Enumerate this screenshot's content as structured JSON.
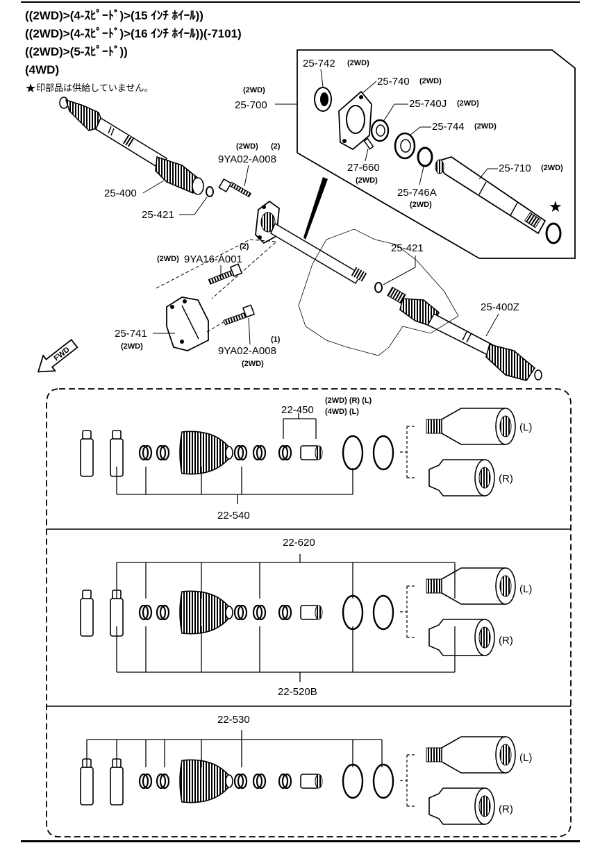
{
  "header": {
    "lines": [
      "((2WD)>(4-ｽﾋﾟｰﾄﾞ)>(15 ｲﾝﾁ ﾎｲｰﾙ))",
      "((2WD)>(4-ｽﾋﾟｰﾄﾞ)>(16 ｲﾝﾁ ﾎｲｰﾙ))(-7101)",
      "((2WD)>(5-ｽﾋﾟｰﾄﾞ))",
      "(4WD)"
    ],
    "note": "印部品は供給していません。"
  },
  "upper": {
    "labels": {
      "p25_742": "25-742",
      "p25_742_q": "(2WD)",
      "p25_740": "25-740",
      "p25_740_q": "(2WD)",
      "p25_740j": "25-740J",
      "p25_740j_q": "(2WD)",
      "p25_744": "25-744",
      "p25_744_q": "(2WD)",
      "p25_700": "25-700",
      "p25_700_q": "(2WD)",
      "p27_660": "27-660",
      "p27_660_q": "(2WD)",
      "p25_746a": "25-746A",
      "p25_746a_q": "(2WD)",
      "p25_710": "25-710",
      "p25_710_q": "(2WD)",
      "p9ya02_top": "9YA02-A008",
      "p9ya02_top_q": "(2WD)",
      "p9ya02_top_n": "(2)",
      "p25_400": "25-400",
      "p25_421_left": "25-421",
      "p9ya16": "9YA16-A001",
      "p9ya16_q": "(2WD)",
      "p9ya16_n": "(2)",
      "p25_421_right": "25-421",
      "p25_400z": "25-400Z",
      "p25_741": "25-741",
      "p25_741_q": "(2WD)",
      "p9ya02_bot": "9YA02-A008",
      "p9ya02_bot_q": "(2WD)",
      "p9ya02_bot_n": "(1)",
      "fwd": "FWD"
    }
  },
  "kits": [
    {
      "labels": {
        "top": "22-450",
        "top_q1": "(2WD) (R) (L)",
        "top_q2": "(4WD) (L)",
        "bottom": "22-540"
      },
      "side": {
        "l": "(L)",
        "r": "(R)"
      }
    },
    {
      "labels": {
        "top": "22-620",
        "bottom": "22-520B"
      },
      "side": {
        "l": "(L)",
        "r": "(R)"
      }
    },
    {
      "labels": {
        "top": "22-530"
      },
      "side": {
        "l": "(L)",
        "r": "(R)"
      }
    }
  ],
  "colors": {
    "ink": "#000000",
    "paper": "#ffffff"
  },
  "icons": [
    "star-icon",
    "fwd-arrow-icon"
  ]
}
